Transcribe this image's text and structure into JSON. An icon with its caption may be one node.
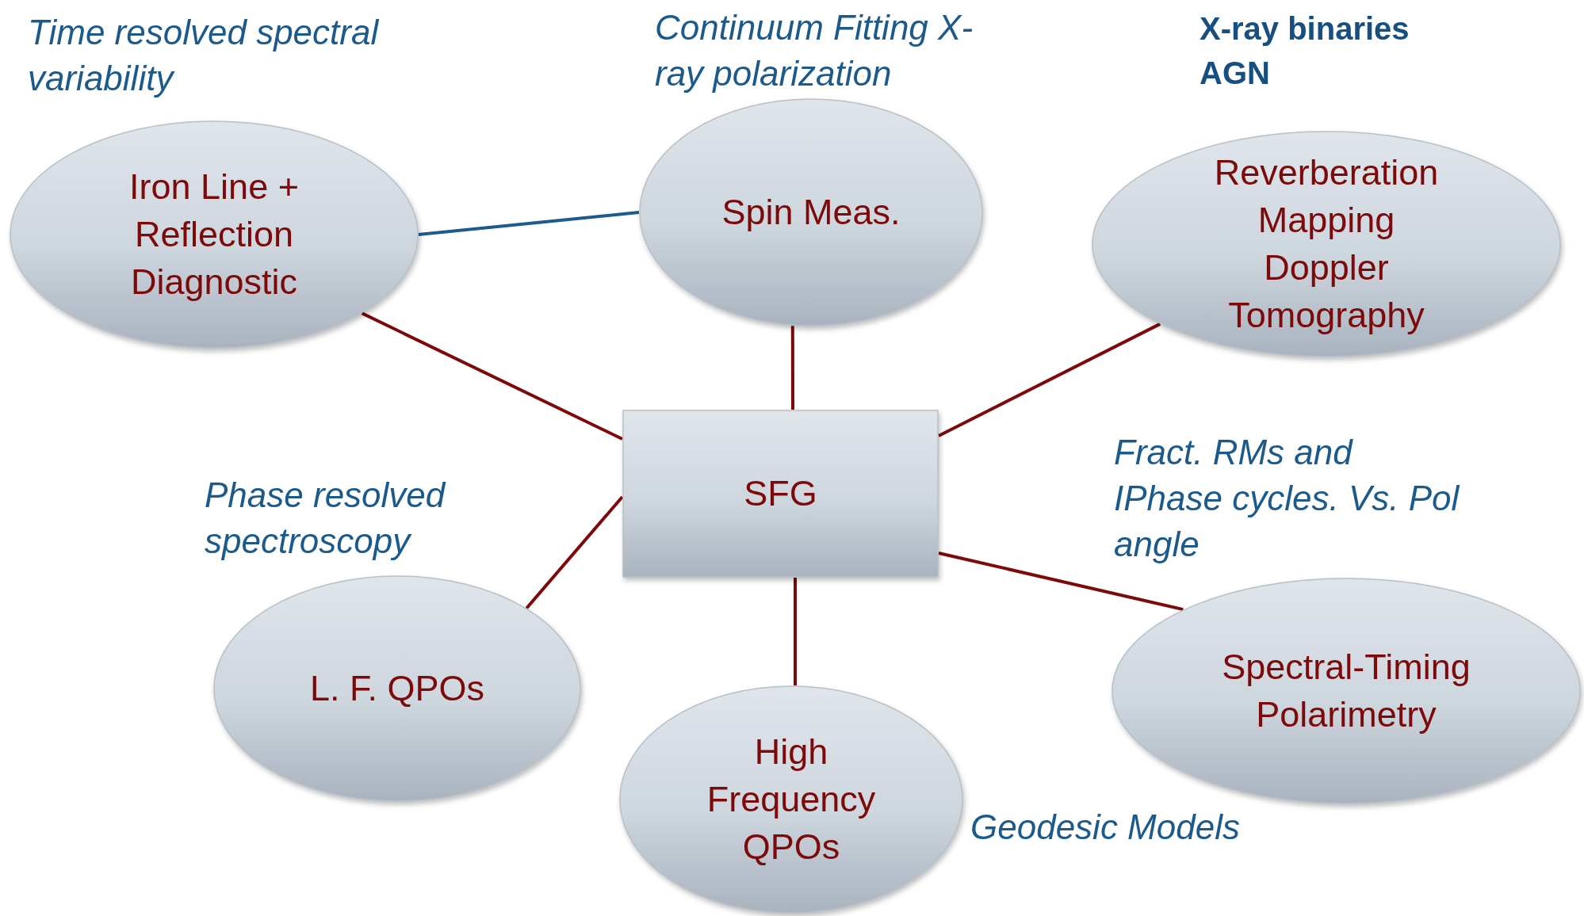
{
  "diagram": {
    "nodes": [
      {
        "text": [
          "Iron Line + Reflection Diagnostic"
        ],
        "beside": [
          "Time resolved spectral variability"
        ]
      },
      {
        "text": [
          "Spin Meas."
        ],
        "beside": [
          "Continuum Fitting X-ray polarization"
        ]
      },
      {
        "text": [
          "Reverberation Mapping Doppler Tomography"
        ]
      },
      {
        "text": [
          "SFG"
        ]
      },
      {
        "text": [
          "L. F. QPOs"
        ],
        "beside": [
          "Phase resolved spectroscopy"
        ]
      },
      {
        "text": [
          "High Frequency QPOs"
        ],
        "beside": [
          "Geodesic Models"
        ]
      },
      {
        "text": [
          "Spectral-Timing Polarimetry"
        ],
        "beside": [
          "Fract. RMs and IPhase cycles. Vs. Pol angle"
        ]
      }
    ],
    "edges": [
      {
        "from": 0,
        "to": 1,
        "arrow": "none",
        "color": "#1f5a8c"
      },
      {
        "from": 0,
        "to": 3,
        "arrow": "none"
      },
      {
        "from": 1,
        "to": 3,
        "arrow": "none"
      },
      {
        "from": 2,
        "to": 3,
        "arrow": "none"
      },
      {
        "from": 4,
        "to": 3,
        "arrow": "none"
      },
      {
        "from": 5,
        "to": 3,
        "arrow": "none"
      },
      {
        "from": 6,
        "to": 3,
        "arrow": "none"
      }
    ],
    "labels": [
      "X-ray binaries",
      "AGN"
    ]
  }
}
